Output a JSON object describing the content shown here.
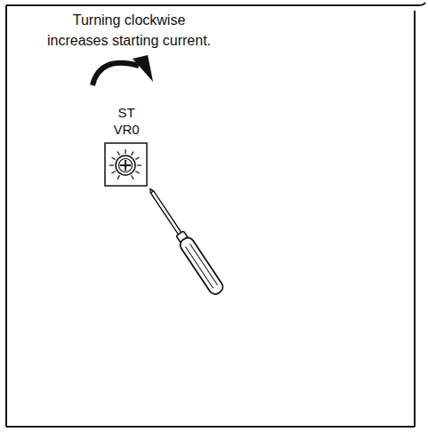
{
  "diagram": {
    "labels": [
      "Turning clockwise increases starting current.",
      "ST",
      "VR0"
    ]
  }
}
